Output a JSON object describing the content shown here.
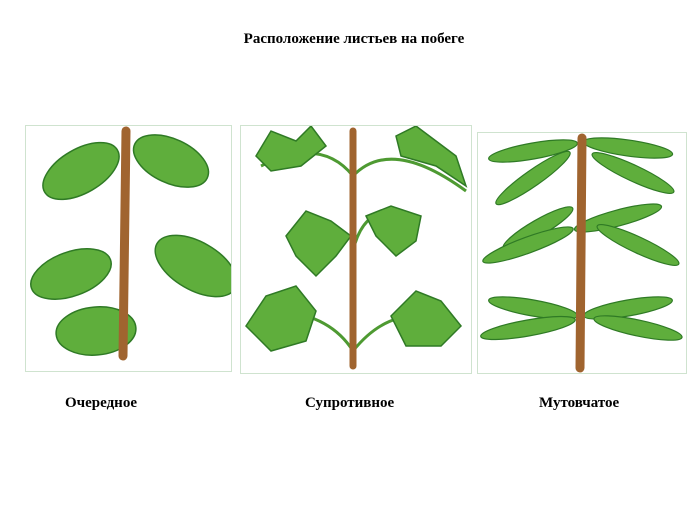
{
  "title": "Расположение листьев на побеге",
  "panels": [
    {
      "label": "Очередное"
    },
    {
      "label": "Супротивное"
    },
    {
      "label": "Мутовчатое"
    }
  ],
  "colors": {
    "stem": "#a0642f",
    "leaf": "#5fae3c",
    "leaf_dark": "#2f7a25"
  }
}
